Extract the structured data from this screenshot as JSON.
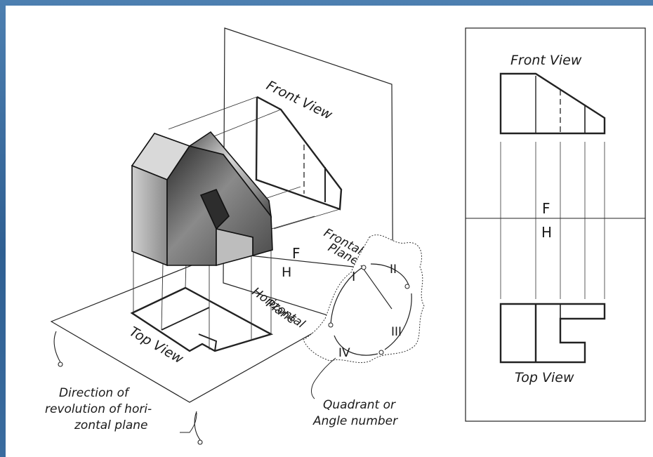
{
  "labels": {
    "front_view_3d": "Front View",
    "frontal_plane_line1": "Frontal",
    "frontal_plane_line2": "Plane",
    "f_letter": "F",
    "h_letter": "H",
    "horizontal_plane_line1": "Horizontal",
    "horizontal_plane_line2": "Plane",
    "top_view_3d": "Top View",
    "quadrant_i": "I",
    "quadrant_ii": "II",
    "quadrant_iii": "III",
    "quadrant_iv": "IV",
    "direction_line1": "Direction of",
    "direction_line2": "revolution of hori-",
    "direction_line3": "zontal plane",
    "quadrant_note_line1": "Quadrant or",
    "quadrant_note_line2": "Angle number",
    "front_view_2d": "Front View",
    "f_letter_2d": "F",
    "h_letter_2d": "H",
    "top_view_2d": "Top View"
  },
  "colors": {
    "background": "#3a6c9f",
    "paper": "#ffffff",
    "ink": "#222222"
  }
}
